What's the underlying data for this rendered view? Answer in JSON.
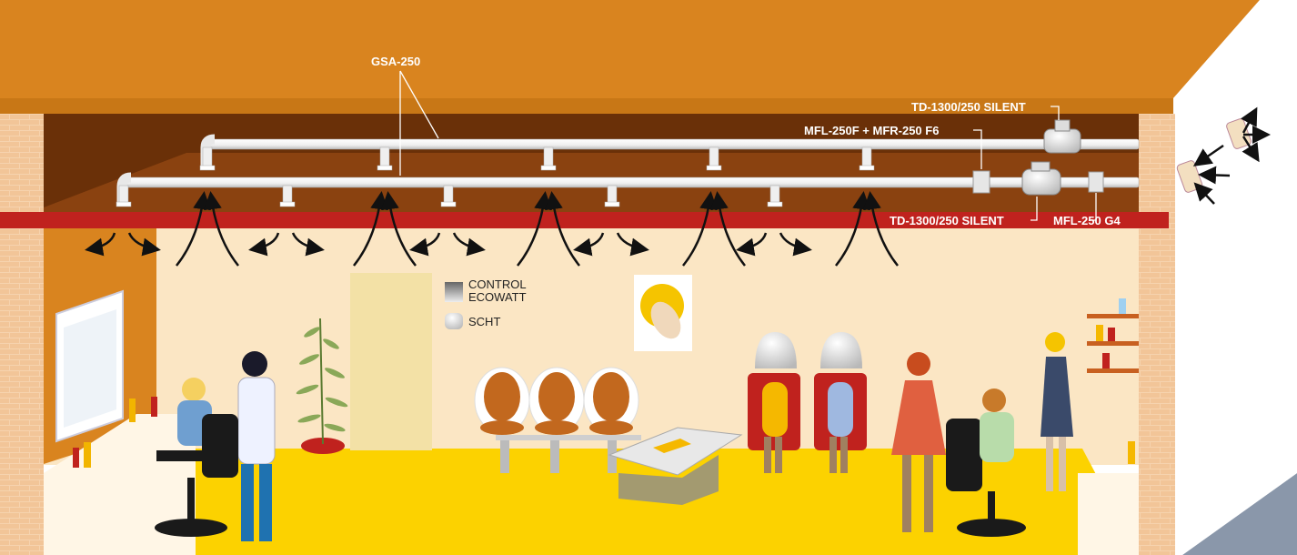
{
  "labels": {
    "main_duct": "GSA-250",
    "fan_top": "TD-1300/250 SILENT",
    "filter_combo": "MFL-250F + MFR-250 F6",
    "fan_bottom": "TD-1300/250 SILENT",
    "filter_g4": "MFL-250 G4"
  },
  "legend": {
    "control": [
      "CONTROL",
      "ECOWATT"
    ],
    "scht": "SCHT"
  },
  "colors": {
    "roof": "#d9841f",
    "ceiling_dark": "#6a3008",
    "ceiling_mid": "#8a4210",
    "red_beam": "#c0221e",
    "wall": "#fbe6c4",
    "floor": "#fcd200",
    "brick": "#f4caa0",
    "duct": "#f3f3f3"
  },
  "icons": [
    "arrow-icon",
    "duct-icon",
    "fan-icon",
    "filter-icon",
    "diffuser-icon",
    "plant-icon",
    "chair-icon",
    "mirror-icon",
    "hair-dryer-icon",
    "person-icon"
  ]
}
